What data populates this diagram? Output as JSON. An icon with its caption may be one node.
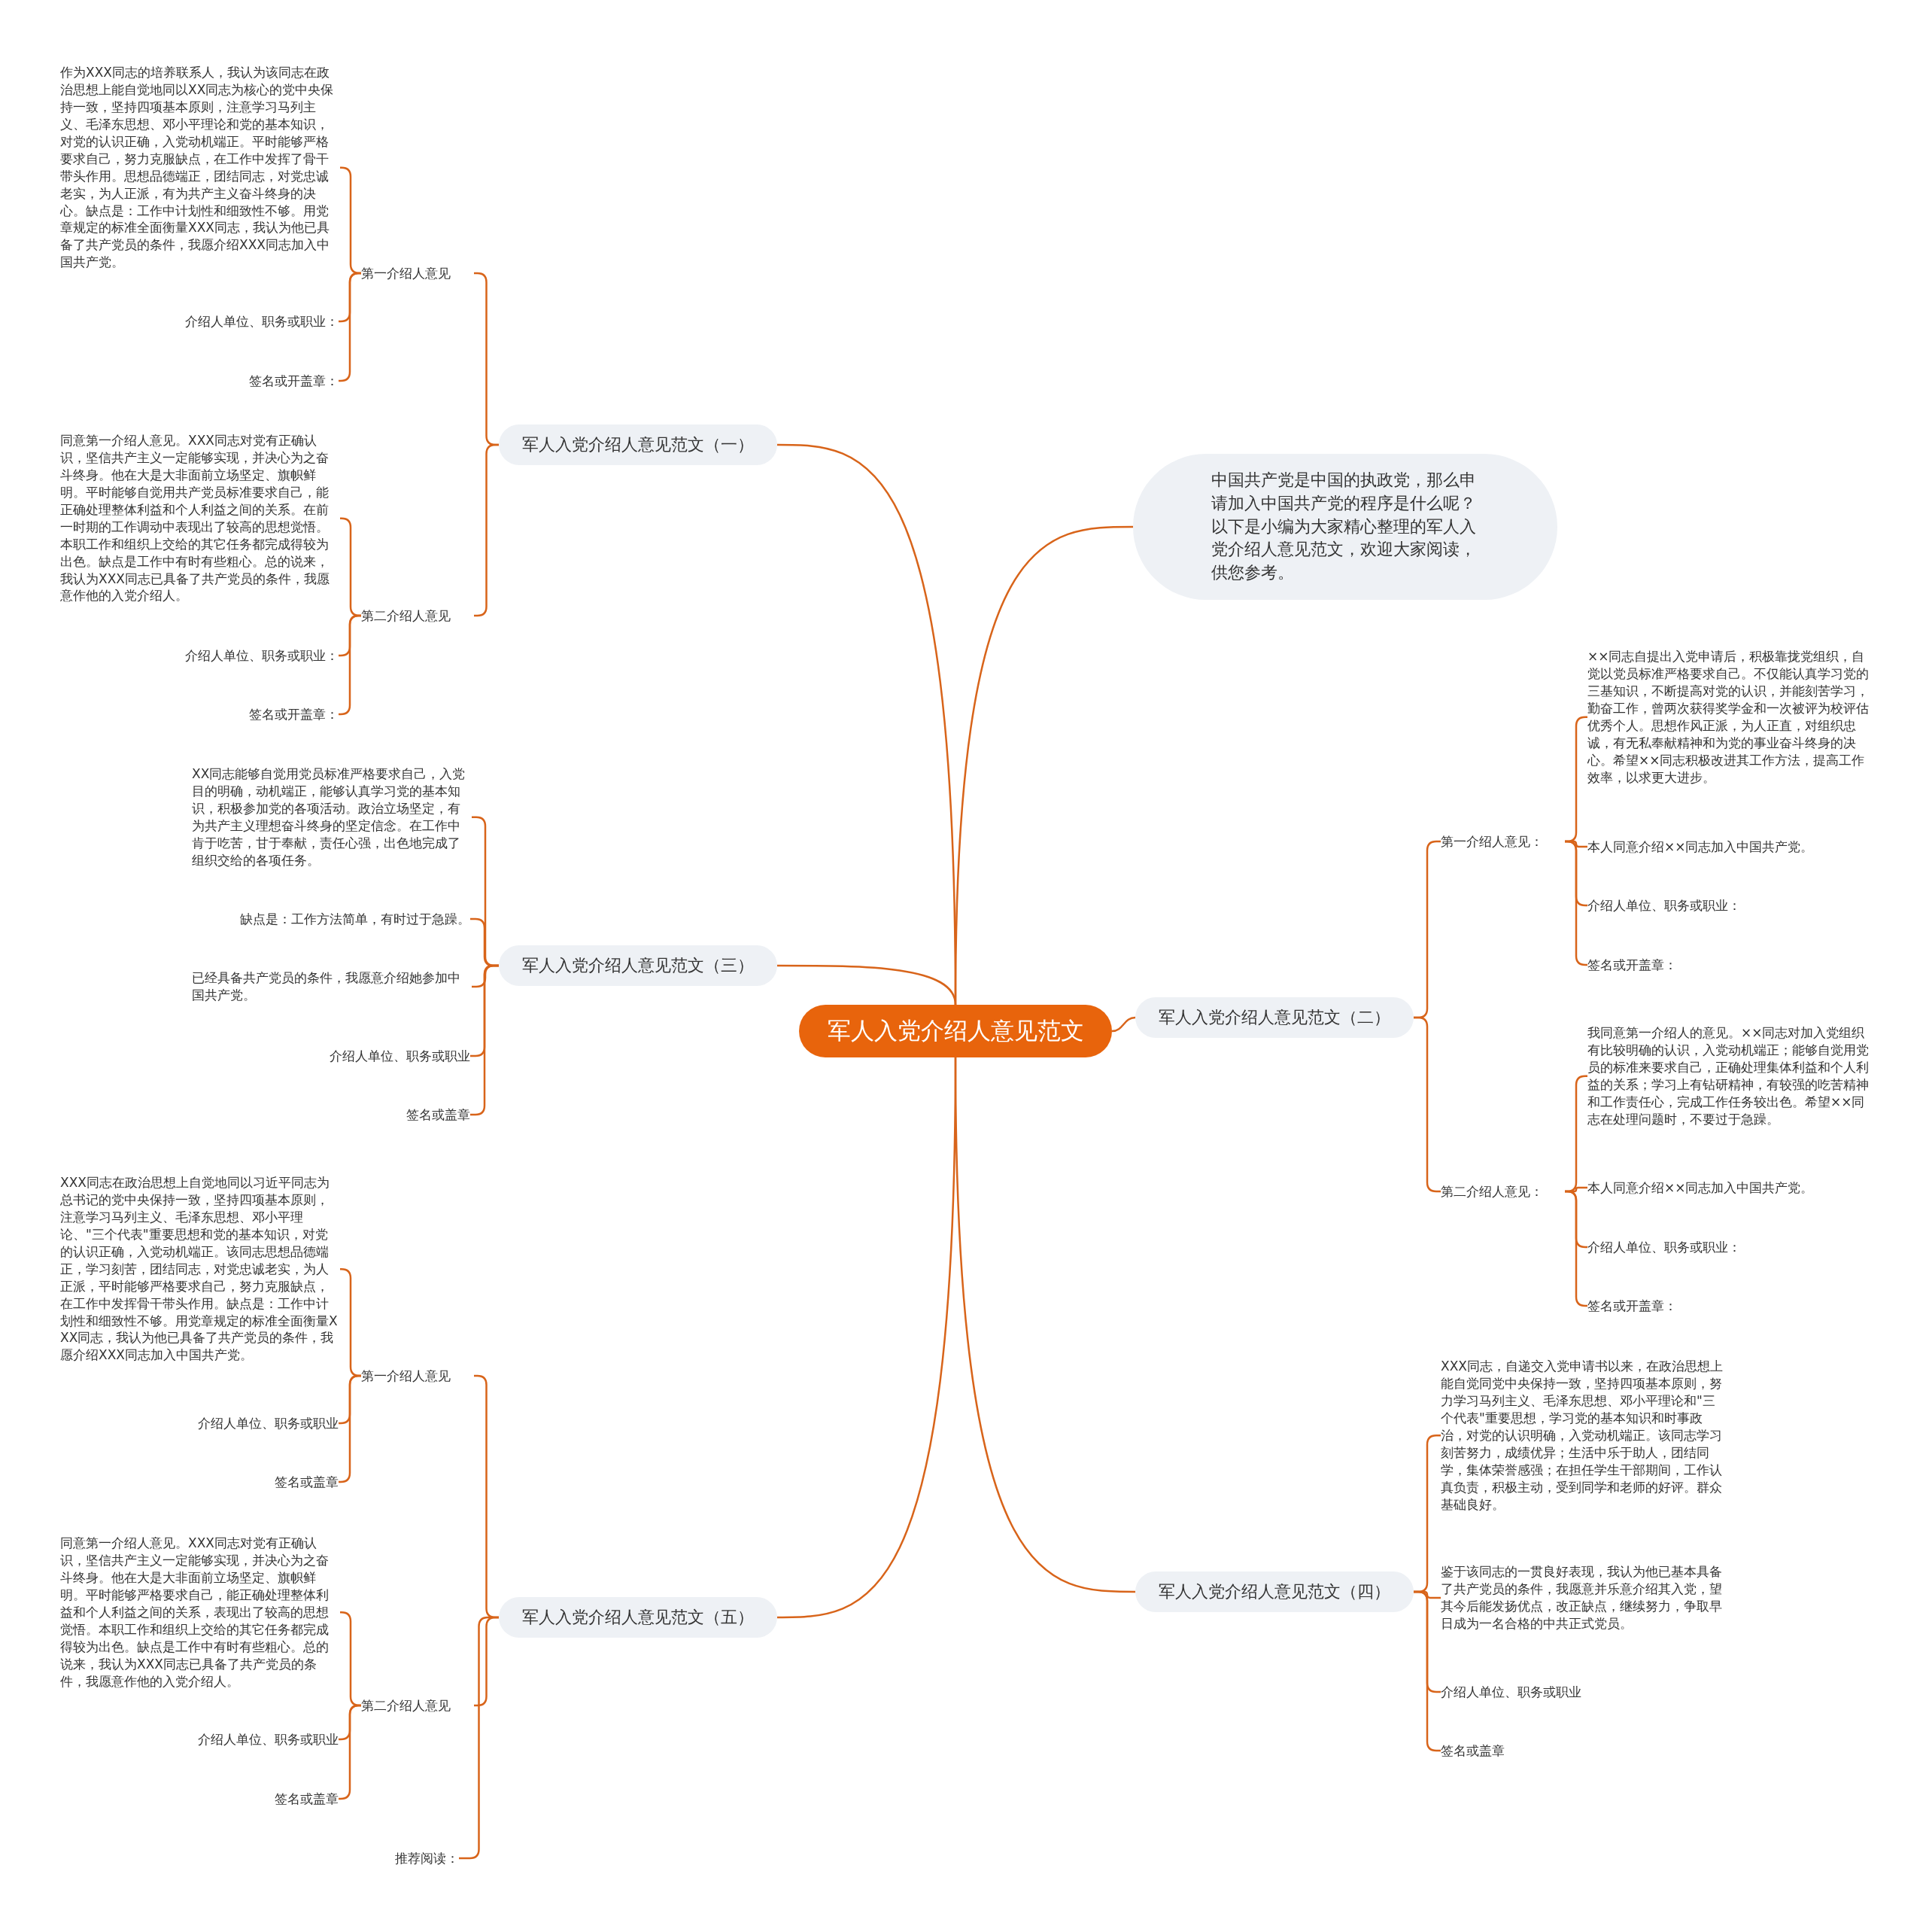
{
  "diagram": {
    "nodes": [
      {
        "text": [
          "军人入党介绍人意见范文"
        ]
      },
      {
        "text": [
          "中国共产党是中国的执政党，那么申请加入中国共产党的程序是什么呢？以下是小编为大家精心整理的军人入党介绍人意见范文，欢迎大家阅读，供您参考。"
        ]
      },
      {
        "text": [
          "军人入党介绍人意见范文（一）"
        ]
      },
      {
        "text": [
          "第一介绍人意见"
        ]
      },
      {
        "text": [
          "作为XXX同志的培养联系人，我认为该同志在政治思想上能自觉地同以XX同志为核心的党中央保持一致，坚持四项基本原则，注意学习马列主义、毛泽东思想、邓小平理论和党的基本知识，对党的认识正确，入党动机端正。平时能够严格要求自己，努力克服缺点，在工作中发挥了骨干带头作用。思想品德端正，团结同志，对党忠诚老实，为人正派，有为共产主义奋斗终身的决心。缺点是：工作中计划性和细致性不够。用党章规定的标准全面衡量XXX同志，我认为他已具备了共产党员的条件，我愿介绍XXX同志加入中国共产党。"
        ]
      },
      {
        "text": [
          "介绍人单位、职务或职业："
        ]
      },
      {
        "text": [
          "签名或开盖章："
        ]
      },
      {
        "text": [
          "第二介绍人意见"
        ]
      },
      {
        "text": [
          "同意第一介绍人意见。XXX同志对党有正确认识，坚信共产主义一定能够实现，并决心为之奋斗终身。他在大是大非面前立场坚定、旗帜鲜明。平时能够自觉用共产党员标准要求自己，能正确处理整体利益和个人利益之间的关系。在前一时期的工作调动中表现出了较高的思想觉悟。本职工作和组织上交给的其它任务都完成得较为出色。缺点是工作中有时有些粗心。总的说来，我认为XXX同志已具备了共产党员的条件，我愿意作他的入党介绍人。"
        ]
      },
      {
        "text": [
          "介绍人单位、职务或职业："
        ]
      },
      {
        "text": [
          "签名或开盖章："
        ]
      },
      {
        "text": [
          "军人入党介绍人意见范文（三）"
        ]
      },
      {
        "text": [
          "XX同志能够自觉用党员标准严格要求自己，入党目的明确，动机端正，能够认真学习党的基本知识，积极参加党的各项活动。政治立场坚定，有为共产主义理想奋斗终身的坚定信念。在工作中肯于吃苦，甘于奉献，责任心强，出色地完成了组织交给的各项任务。"
        ]
      },
      {
        "text": [
          "缺点是：工作方法简单，有时过于急躁。"
        ]
      },
      {
        "text": [
          "已经具备共产党员的条件，我愿意介绍她参加中国共产党。"
        ]
      },
      {
        "text": [
          "介绍人单位、职务或职业"
        ]
      },
      {
        "text": [
          "签名或盖章"
        ]
      },
      {
        "text": [
          "军人入党介绍人意见范文（五）"
        ]
      },
      {
        "text": [
          "第一介绍人意见"
        ]
      },
      {
        "text": [
          "XXX同志在政治思想上自觉地同以习近平同志为总书记的党中央保持一致，坚持四项基本原则，注意学习马列主义、毛泽东思想、邓小平理论、\"三个代表\"重要思想和党的基本知识，对党的认识正确，入党动机端正。该同志思想品德端正，学习刻苦，团结同志，对党忠诚老实，为人正派，平时能够严格要求自己，努力克服缺点，在工作中发挥骨干带头作用。缺点是：工作中计划性和细致性不够。用党章规定的标准全面衡量XXX同志，我认为他已具备了共产党员的条件，我愿介绍XXX同志加入中国共产党。"
        ]
      },
      {
        "text": [
          "介绍人单位、职务或职业"
        ]
      },
      {
        "text": [
          "签名或盖章"
        ]
      },
      {
        "text": [
          "第二介绍人意见"
        ]
      },
      {
        "text": [
          "同意第一介绍人意见。XXX同志对党有正确认识，坚信共产主义一定能够实现，并决心为之奋斗终身。他在大是大非面前立场坚定、旗帜鲜明。平时能够严格要求自己，能正确处理整体利益和个人利益之间的关系，表现出了较高的思想觉悟。本职工作和组织上交给的其它任务都完成得较为出色。缺点是工作中有时有些粗心。总的说来，我认为XXX同志已具备了共产党员的条件，我愿意作他的入党介绍人。"
        ]
      },
      {
        "text": [
          "介绍人单位、职务或职业"
        ]
      },
      {
        "text": [
          "签名或盖章"
        ]
      },
      {
        "text": [
          "推荐阅读："
        ]
      },
      {
        "text": [
          "军人入党介绍人意见范文（二）"
        ]
      },
      {
        "text": [
          "第一介绍人意见："
        ]
      },
      {
        "text": [
          "××同志自提出入党申请后，积极靠拢党组织，自觉以党员标准严格要求自己。不仅能认真学习党的三基知识，不断提高对党的认识，并能刻苦学习，勤奋工作，曾两次获得奖学金和一次被评为校评估优秀个人。思想作风正派，为人正直，对组织忠诚，有无私奉献精神和为党的事业奋斗终身的决心。希望××同志积极改进其工作方法，提高工作效率，以求更大进步。"
        ]
      },
      {
        "text": [
          "本人同意介绍××同志加入中国共产党。"
        ]
      },
      {
        "text": [
          "介绍人单位、职务或职业："
        ]
      },
      {
        "text": [
          "签名或开盖章："
        ]
      },
      {
        "text": [
          "第二介绍人意见："
        ]
      },
      {
        "text": [
          "我同意第一介绍人的意见。××同志对加入党组织有比较明确的认识，入党动机端正；能够自觉用党员的标准来要求自己，正确处理集体利益和个人利益的关系；学习上有钻研精神，有较强的吃苦精神和工作责任心，完成工作任务较出色。希望××同志在处理问题时，不要过于急躁。"
        ]
      },
      {
        "text": [
          "本人同意介绍××同志加入中国共产党。"
        ]
      },
      {
        "text": [
          "介绍人单位、职务或职业："
        ]
      },
      {
        "text": [
          "签名或开盖章："
        ]
      },
      {
        "text": [
          "军人入党介绍人意见范文（四）"
        ]
      },
      {
        "text": [
          "XXX同志，自递交入党申请书以来，在政治思想上能自觉同党中央保持一致，坚持四项基本原则，努力学习马列主义、毛泽东思想、邓小平理论和\"三个代表\"重要思想，学习党的基本知识和时事政治，对党的认识明确，入党动机端正。该同志学习刻苦努力，成绩优异；生活中乐于助人，团结同学，集体荣誉感强；在担任学生干部期间，工作认真负责，积极主动，受到同学和老师的好评。群众基础良好。"
        ]
      },
      {
        "text": [
          "鉴于该同志的一贯良好表现，我认为他已基本具备了共产党员的条件，我愿意并乐意介绍其入党，望其今后能发扬优点，改正缺点，继续努力，争取早日成为一名合格的中共正式党员。"
        ]
      },
      {
        "text": [
          "介绍人单位、职务或职业"
        ]
      },
      {
        "text": [
          "签名或盖章"
        ]
      }
    ],
    "edges": [
      {
        "from": 0,
        "to": 1,
        "arrow": "none"
      },
      {
        "from": 0,
        "to": 2,
        "arrow": "none"
      },
      {
        "from": 2,
        "to": 3,
        "arrow": "none"
      },
      {
        "from": 3,
        "to": 4,
        "arrow": "none"
      },
      {
        "from": 3,
        "to": 5,
        "arrow": "none"
      },
      {
        "from": 3,
        "to": 6,
        "arrow": "none"
      },
      {
        "from": 2,
        "to": 7,
        "arrow": "none"
      },
      {
        "from": 7,
        "to": 8,
        "arrow": "none"
      },
      {
        "from": 7,
        "to": 9,
        "arrow": "none"
      },
      {
        "from": 7,
        "to": 10,
        "arrow": "none"
      },
      {
        "from": 0,
        "to": 11,
        "arrow": "none"
      },
      {
        "from": 11,
        "to": 12,
        "arrow": "none"
      },
      {
        "from": 11,
        "to": 13,
        "arrow": "none"
      },
      {
        "from": 11,
        "to": 14,
        "arrow": "none"
      },
      {
        "from": 11,
        "to": 15,
        "arrow": "none"
      },
      {
        "from": 11,
        "to": 16,
        "arrow": "none"
      },
      {
        "from": 0,
        "to": 17,
        "arrow": "none"
      },
      {
        "from": 17,
        "to": 18,
        "arrow": "none"
      },
      {
        "from": 18,
        "to": 19,
        "arrow": "none"
      },
      {
        "from": 18,
        "to": 20,
        "arrow": "none"
      },
      {
        "from": 18,
        "to": 21,
        "arrow": "none"
      },
      {
        "from": 17,
        "to": 22,
        "arrow": "none"
      },
      {
        "from": 22,
        "to": 23,
        "arrow": "none"
      },
      {
        "from": 22,
        "to": 24,
        "arrow": "none"
      },
      {
        "from": 22,
        "to": 25,
        "arrow": "none"
      },
      {
        "from": 17,
        "to": 26,
        "arrow": "none"
      },
      {
        "from": 0,
        "to": 27,
        "arrow": "none"
      },
      {
        "from": 27,
        "to": 28,
        "arrow": "none"
      },
      {
        "from": 28,
        "to": 29,
        "arrow": "none"
      },
      {
        "from": 28,
        "to": 30,
        "arrow": "none"
      },
      {
        "from": 28,
        "to": 31,
        "arrow": "none"
      },
      {
        "from": 28,
        "to": 32,
        "arrow": "none"
      },
      {
        "from": 27,
        "to": 33,
        "arrow": "none"
      },
      {
        "from": 33,
        "to": 34,
        "arrow": "none"
      },
      {
        "from": 33,
        "to": 35,
        "arrow": "none"
      },
      {
        "from": 33,
        "to": 36,
        "arrow": "none"
      },
      {
        "from": 33,
        "to": 37,
        "arrow": "none"
      },
      {
        "from": 0,
        "to": 38,
        "arrow": "none"
      },
      {
        "from": 38,
        "to": 39,
        "arrow": "none"
      },
      {
        "from": 38,
        "to": 40,
        "arrow": "none"
      },
      {
        "from": 38,
        "to": 41,
        "arrow": "none"
      },
      {
        "from": 38,
        "to": 42,
        "arrow": "none"
      }
    ]
  }
}
